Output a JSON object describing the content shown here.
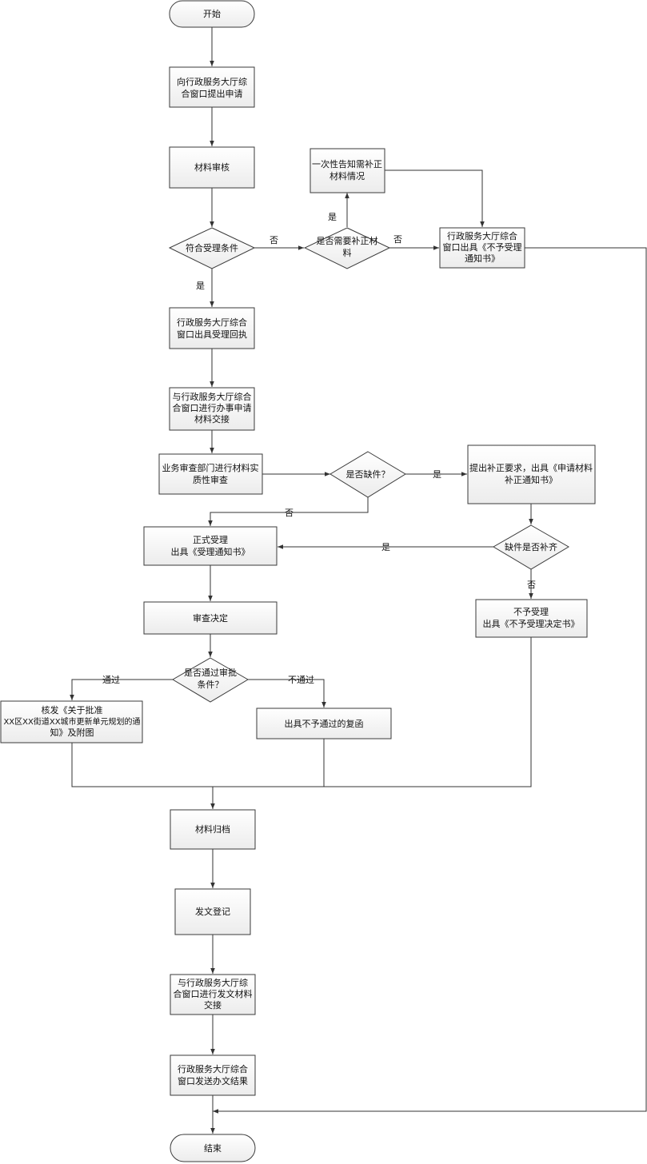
{
  "nodes": {
    "start": "开始",
    "apply": [
      "向行政服务大厅综",
      "合窗口提出申请"
    ],
    "review": "材料审核",
    "meets": "符合受理条件",
    "needs_supplement": [
      "是否需要补正材",
      "料"
    ],
    "notify_once": [
      "一次性告知需补正",
      "材料情况"
    ],
    "reject_notice": [
      "行政服务大厅综合",
      "窗口出具《不予受理",
      "通知书》"
    ],
    "receipt": [
      "行政服务大厅综合",
      "窗口出具受理回执"
    ],
    "handover": [
      "与行政服务大厅综合",
      "合窗口进行办事申请",
      "材料交接"
    ],
    "substantive": [
      "业务审查部门进行材料实",
      "质性审查"
    ],
    "missing": "是否缺件？",
    "supplement_req": [
      "提出补正要求，出具《申请材料",
      "补正通知书》"
    ],
    "formal_accept": [
      "正式受理",
      "出具《受理通知书》"
    ],
    "supplement_done": "缺件是否补齐",
    "not_accept": [
      "不予受理",
      "出具《不予受理决定书》"
    ],
    "decision": "审查决定",
    "pass_check": [
      "是否通过审批",
      "条件？"
    ],
    "approve": [
      "核发《关于批准",
      "XX区XX街道XX城市更新单元规划的通",
      "知》及附图"
    ],
    "reject_reply": "出具不予通过的复函",
    "archive": "材料归档",
    "register": "发文登记",
    "dispatch_handover": [
      "与行政服务大厅综",
      "合窗口进行发文材料",
      "交接"
    ],
    "send_result": [
      "行政服务大厅综合",
      "窗口发送办文结果"
    ],
    "end": "结束"
  },
  "labels": {
    "meets_no": "否",
    "meets_yes": "是",
    "need_yes": "是",
    "need_no": "否",
    "missing_yes": "是",
    "missing_no": "否",
    "done_yes": "是",
    "done_no": "否",
    "pass": "通过",
    "fail": "不通过"
  }
}
